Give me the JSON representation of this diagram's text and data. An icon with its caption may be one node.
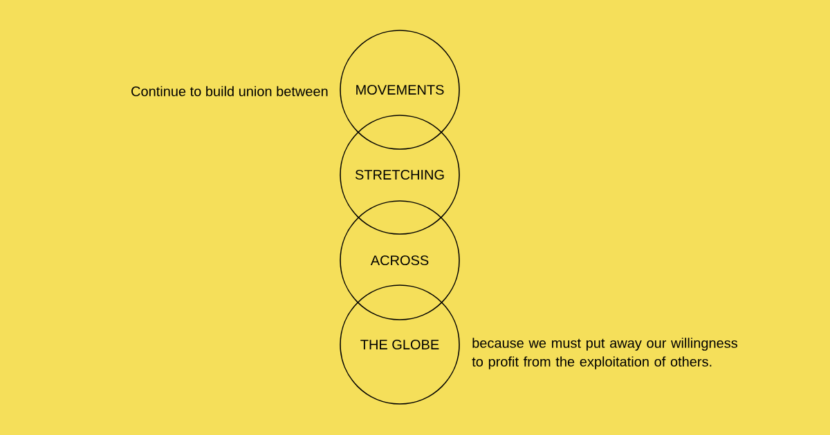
{
  "diagram": {
    "nodes": [
      {
        "text": [
          "MOVEMENTS"
        ],
        "beside": [
          "Continue to build union between"
        ]
      },
      {
        "text": [
          "STRETCHING"
        ]
      },
      {
        "text": [
          "ACROSS"
        ]
      },
      {
        "text": [
          "THE GLOBE"
        ],
        "beside": [
          "because we must put away our willingness to profit from the exploitation of others."
        ]
      }
    ]
  }
}
